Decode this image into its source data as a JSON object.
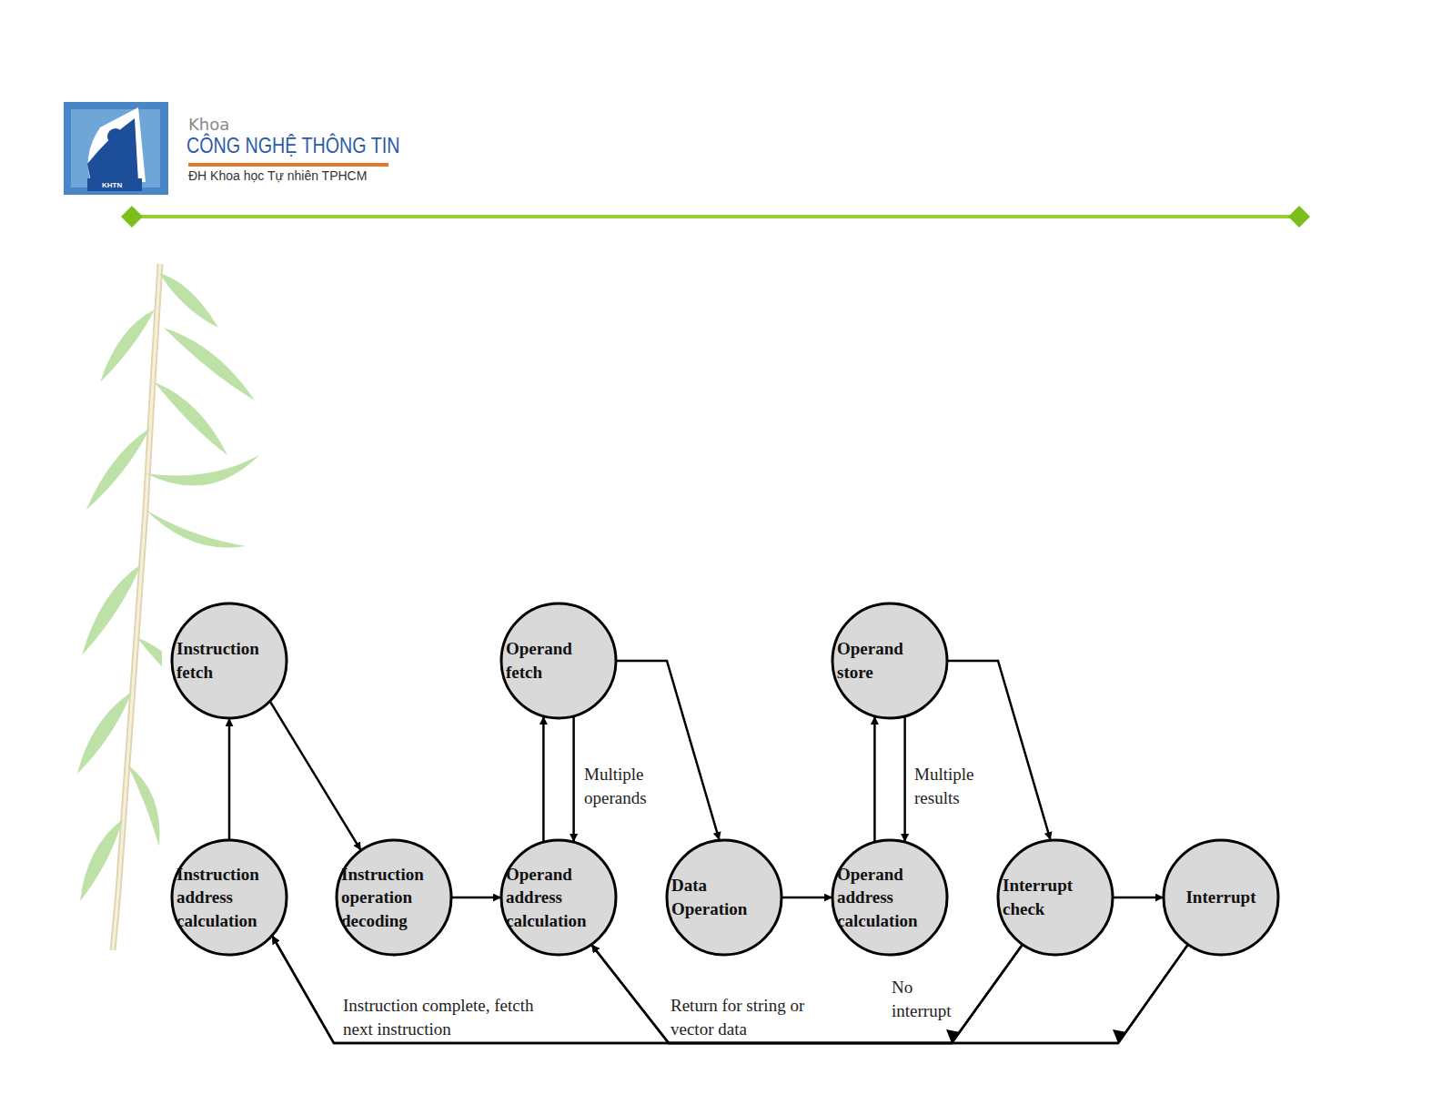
{
  "diagram": {
    "nodes": [
      {
        "text": [
          "Instruction fetch"
        ]
      },
      {
        "text": [
          "Operand fetch"
        ]
      },
      {
        "text": [
          "Operand store"
        ]
      },
      {
        "text": [
          "Instruction address calculation"
        ]
      },
      {
        "text": [
          "Instruction operation decoding"
        ]
      },
      {
        "text": [
          "Operand address calculation"
        ]
      },
      {
        "text": [
          "Data Operation"
        ]
      },
      {
        "text": [
          "Operand address calculation"
        ]
      },
      {
        "text": [
          "Interrupt check"
        ]
      },
      {
        "text": [
          "Interrupt"
        ]
      }
    ],
    "edges": [
      {
        "from": 3,
        "to": 0,
        "arrow": "to"
      },
      {
        "from": 0,
        "to": 4,
        "arrow": "to"
      },
      {
        "from": 4,
        "to": 5,
        "arrow": "to"
      },
      {
        "from": 5,
        "to": 1,
        "arrow": "to"
      },
      {
        "from": 1,
        "to": 5,
        "label": "Multiple operands",
        "arrow": "to"
      },
      {
        "from": 1,
        "to": 6,
        "arrow": "to"
      },
      {
        "from": 6,
        "to": 7,
        "arrow": "to"
      },
      {
        "from": 7,
        "to": 2,
        "arrow": "to"
      },
      {
        "from": 2,
        "to": 7,
        "label": "Multiple results",
        "arrow": "to"
      },
      {
        "from": 2,
        "to": 8,
        "arrow": "to"
      },
      {
        "from": 8,
        "to": 9,
        "arrow": "to"
      },
      {
        "from": 8,
        "to": 3,
        "label": "No interrupt",
        "arrow": "to"
      },
      {
        "from": 8,
        "to": 5,
        "arrow": "to"
      },
      {
        "from": 9,
        "to": 3,
        "label": "Instruction complete, fetcth next instruction",
        "arrow": "to"
      },
      {
        "from": 9,
        "to": 5,
        "label": "Return for string or vector data",
        "arrow": "to"
      }
    ],
    "labels": [
      "Khoa",
      "CÔNG NGHỆ THÔNG TIN",
      "ĐH Khoa học Tự nhiên TPHCM",
      "KHTN"
    ]
  }
}
